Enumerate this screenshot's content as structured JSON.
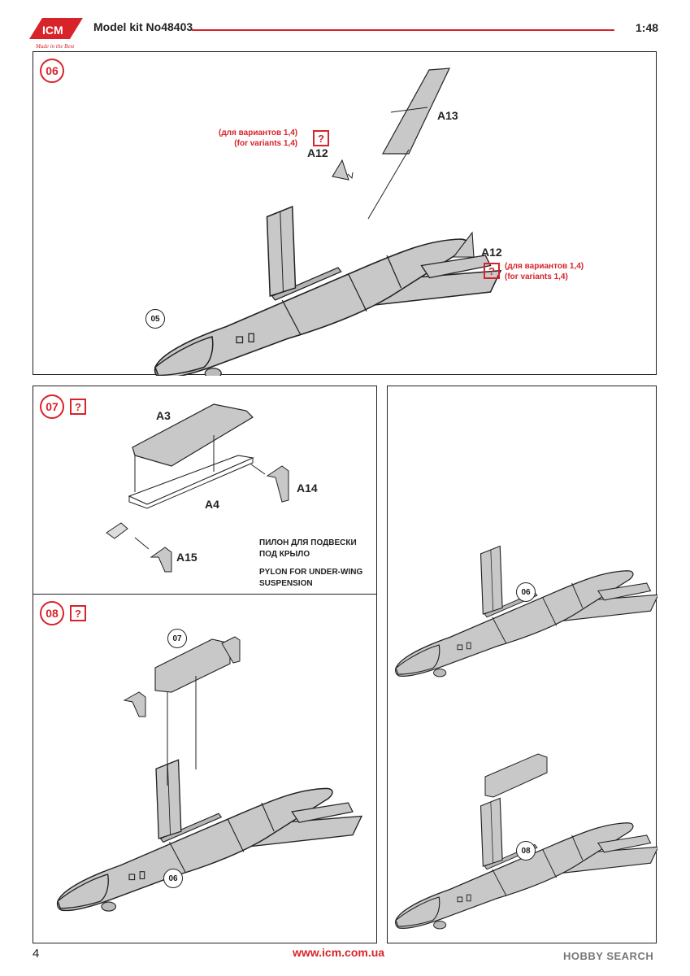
{
  "header": {
    "logo_text": "ICM",
    "logo_slogan": "Made in the Best",
    "kit_label": "Model kit No48403",
    "scale": "1:48"
  },
  "step06": {
    "number": "06",
    "note_top_ru": "(для вариантов 1,4)",
    "note_top_en": "(for variants 1,4)",
    "note_right_ru": "(для вариантов 1,4)",
    "note_right_en": "(for variants 1,4)",
    "question": "?",
    "parts": {
      "a13": "A13",
      "a12_top": "A12",
      "a12_right": "A12"
    },
    "ref": "05"
  },
  "step07": {
    "number": "07",
    "question": "?",
    "parts": {
      "a3": "A3",
      "a4": "A4",
      "a14": "A14",
      "a15": "A15"
    },
    "note_ru_1": "ПИЛОН ДЛЯ ПОДВЕСКИ",
    "note_ru_2": "ПОД КРЫЛО",
    "note_en_1": "PYLON FOR UNDER-WING",
    "note_en_2": "SUSPENSION"
  },
  "step08": {
    "number": "08",
    "question": "?",
    "ref_top": "07",
    "ref_bottom": "06"
  },
  "result": {
    "ref_top": "06",
    "ref_bottom": "08"
  },
  "footer": {
    "page_number": "4",
    "url": "www.icm.com.ua",
    "watermark": "HOBBY SEARCH"
  },
  "colors": {
    "accent_red": "#d8232a",
    "part_gray": "#c8c8c8",
    "line": "#222222"
  }
}
